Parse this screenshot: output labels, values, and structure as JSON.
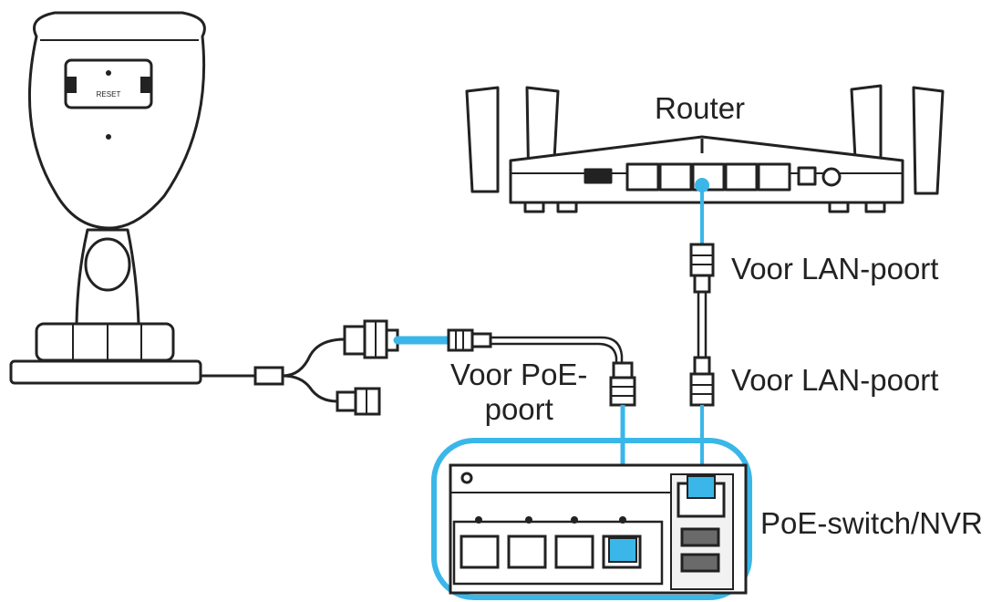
{
  "labels": {
    "router": "Router",
    "lan_port_top": "Voor LAN-poort",
    "lan_port_bottom": "Voor LAN-poort",
    "poe_port_line1": "Voor PoE-",
    "poe_port_line2": "poort",
    "switch": "PoE-switch/NVR"
  },
  "camera_label_text": "RESET",
  "colors": {
    "cable_highlight": "#3ab7e8",
    "outline": "#222222",
    "device_fill": "#ffffff",
    "device_shade": "#f2f2f2",
    "port_fill": "#6a6a6a"
  }
}
